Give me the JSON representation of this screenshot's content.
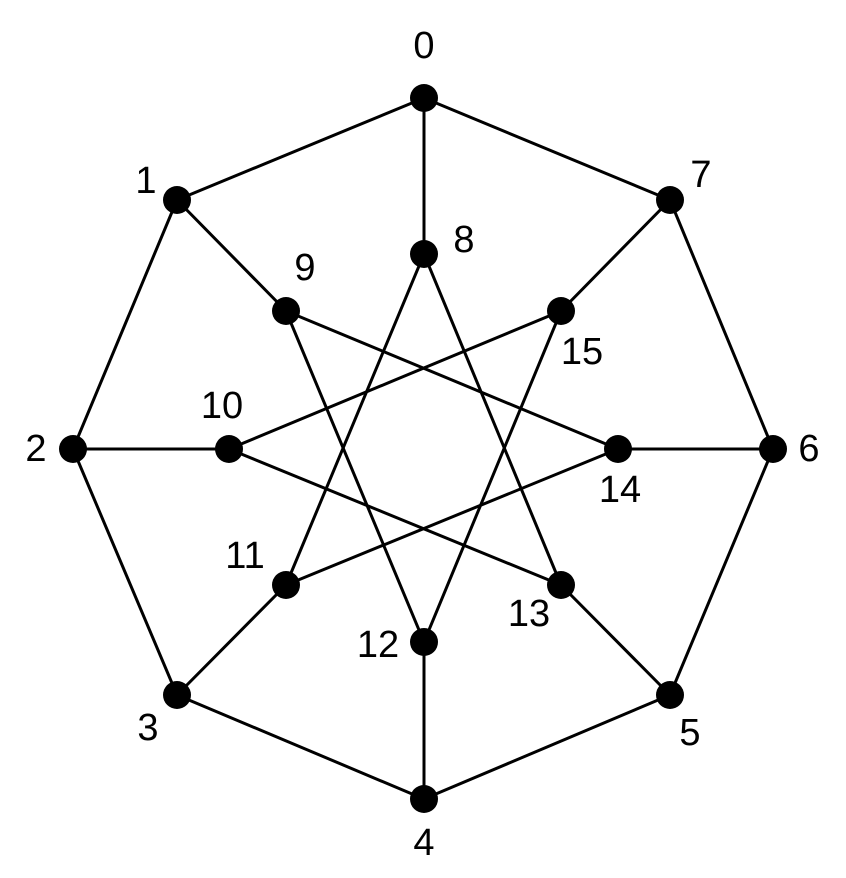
{
  "graph": {
    "nodes": [
      {
        "id": "0",
        "label": "0"
      },
      {
        "id": "1",
        "label": "1"
      },
      {
        "id": "2",
        "label": "2"
      },
      {
        "id": "3",
        "label": "3"
      },
      {
        "id": "4",
        "label": "4"
      },
      {
        "id": "5",
        "label": "5"
      },
      {
        "id": "6",
        "label": "6"
      },
      {
        "id": "7",
        "label": "7"
      },
      {
        "id": "8",
        "label": "8"
      },
      {
        "id": "9",
        "label": "9"
      },
      {
        "id": "10",
        "label": "10"
      },
      {
        "id": "11",
        "label": "11"
      },
      {
        "id": "12",
        "label": "12"
      },
      {
        "id": "13",
        "label": "13"
      },
      {
        "id": "14",
        "label": "14"
      },
      {
        "id": "15",
        "label": "15"
      }
    ],
    "edges": [
      [
        "0",
        "1"
      ],
      [
        "1",
        "2"
      ],
      [
        "2",
        "3"
      ],
      [
        "3",
        "4"
      ],
      [
        "4",
        "5"
      ],
      [
        "5",
        "6"
      ],
      [
        "6",
        "7"
      ],
      [
        "7",
        "0"
      ],
      [
        "0",
        "8"
      ],
      [
        "1",
        "9"
      ],
      [
        "2",
        "10"
      ],
      [
        "3",
        "11"
      ],
      [
        "4",
        "12"
      ],
      [
        "5",
        "13"
      ],
      [
        "6",
        "14"
      ],
      [
        "7",
        "15"
      ],
      [
        "8",
        "11"
      ],
      [
        "8",
        "13"
      ],
      [
        "9",
        "12"
      ],
      [
        "9",
        "14"
      ],
      [
        "10",
        "13"
      ],
      [
        "10",
        "15"
      ],
      [
        "11",
        "14"
      ],
      [
        "12",
        "15"
      ]
    ],
    "colors": {
      "node": "#000000",
      "edge": "#000000",
      "label": "#000000",
      "background": "#ffffff"
    }
  }
}
